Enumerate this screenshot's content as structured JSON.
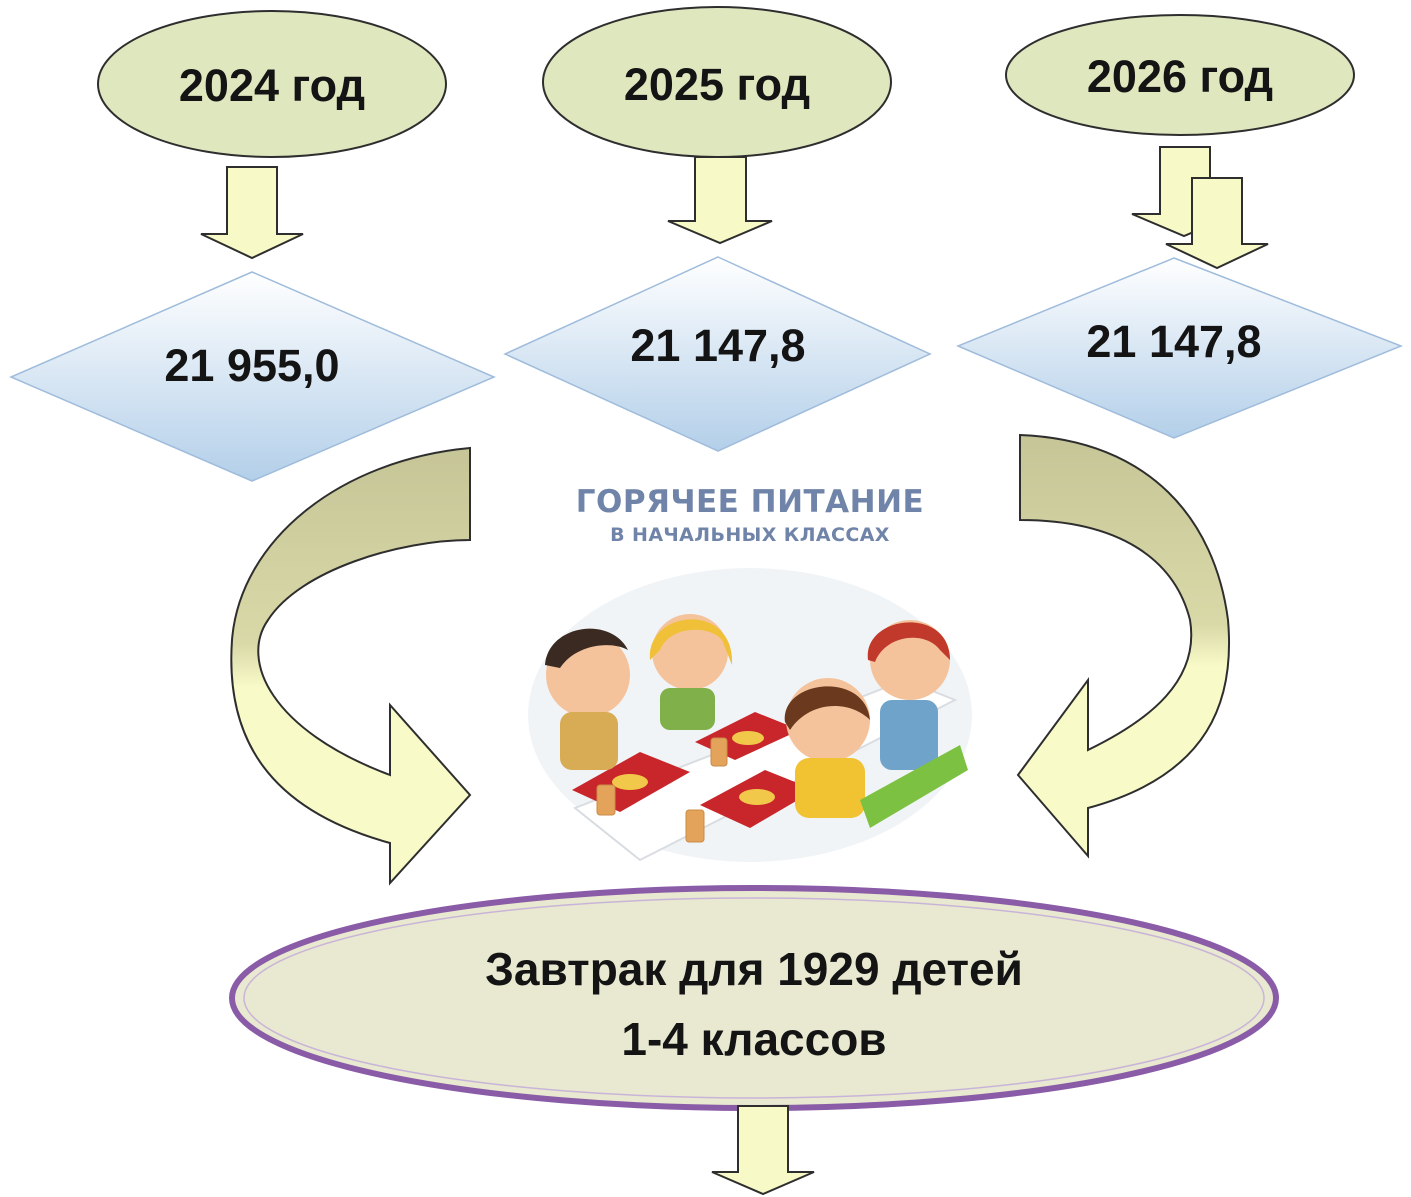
{
  "years": [
    {
      "label": "2024 год",
      "amount": "21 955,0"
    },
    {
      "label": "2025 год",
      "amount": "21 147,8"
    },
    {
      "label": "2026 год",
      "amount": "21 147,8"
    }
  ],
  "illustration": {
    "title_line1": "ГОРЯЧЕЕ ПИТАНИЕ",
    "title_line2": "В НАЧАЛЬНЫХ КЛАССАХ"
  },
  "result": {
    "line1": "Завтрак для 1929 детей",
    "line2": "1-4 классов"
  },
  "colors": {
    "ellipse_fill": "#dfe7bf",
    "arrow_fill": "#f7f9c6",
    "arrow_shadow": "#c9c99a",
    "diamond_top": "#ffffff",
    "diamond_bottom": "#b3cfe9",
    "result_border": "#8a5ca7",
    "title_text": "#6f84a8"
  }
}
